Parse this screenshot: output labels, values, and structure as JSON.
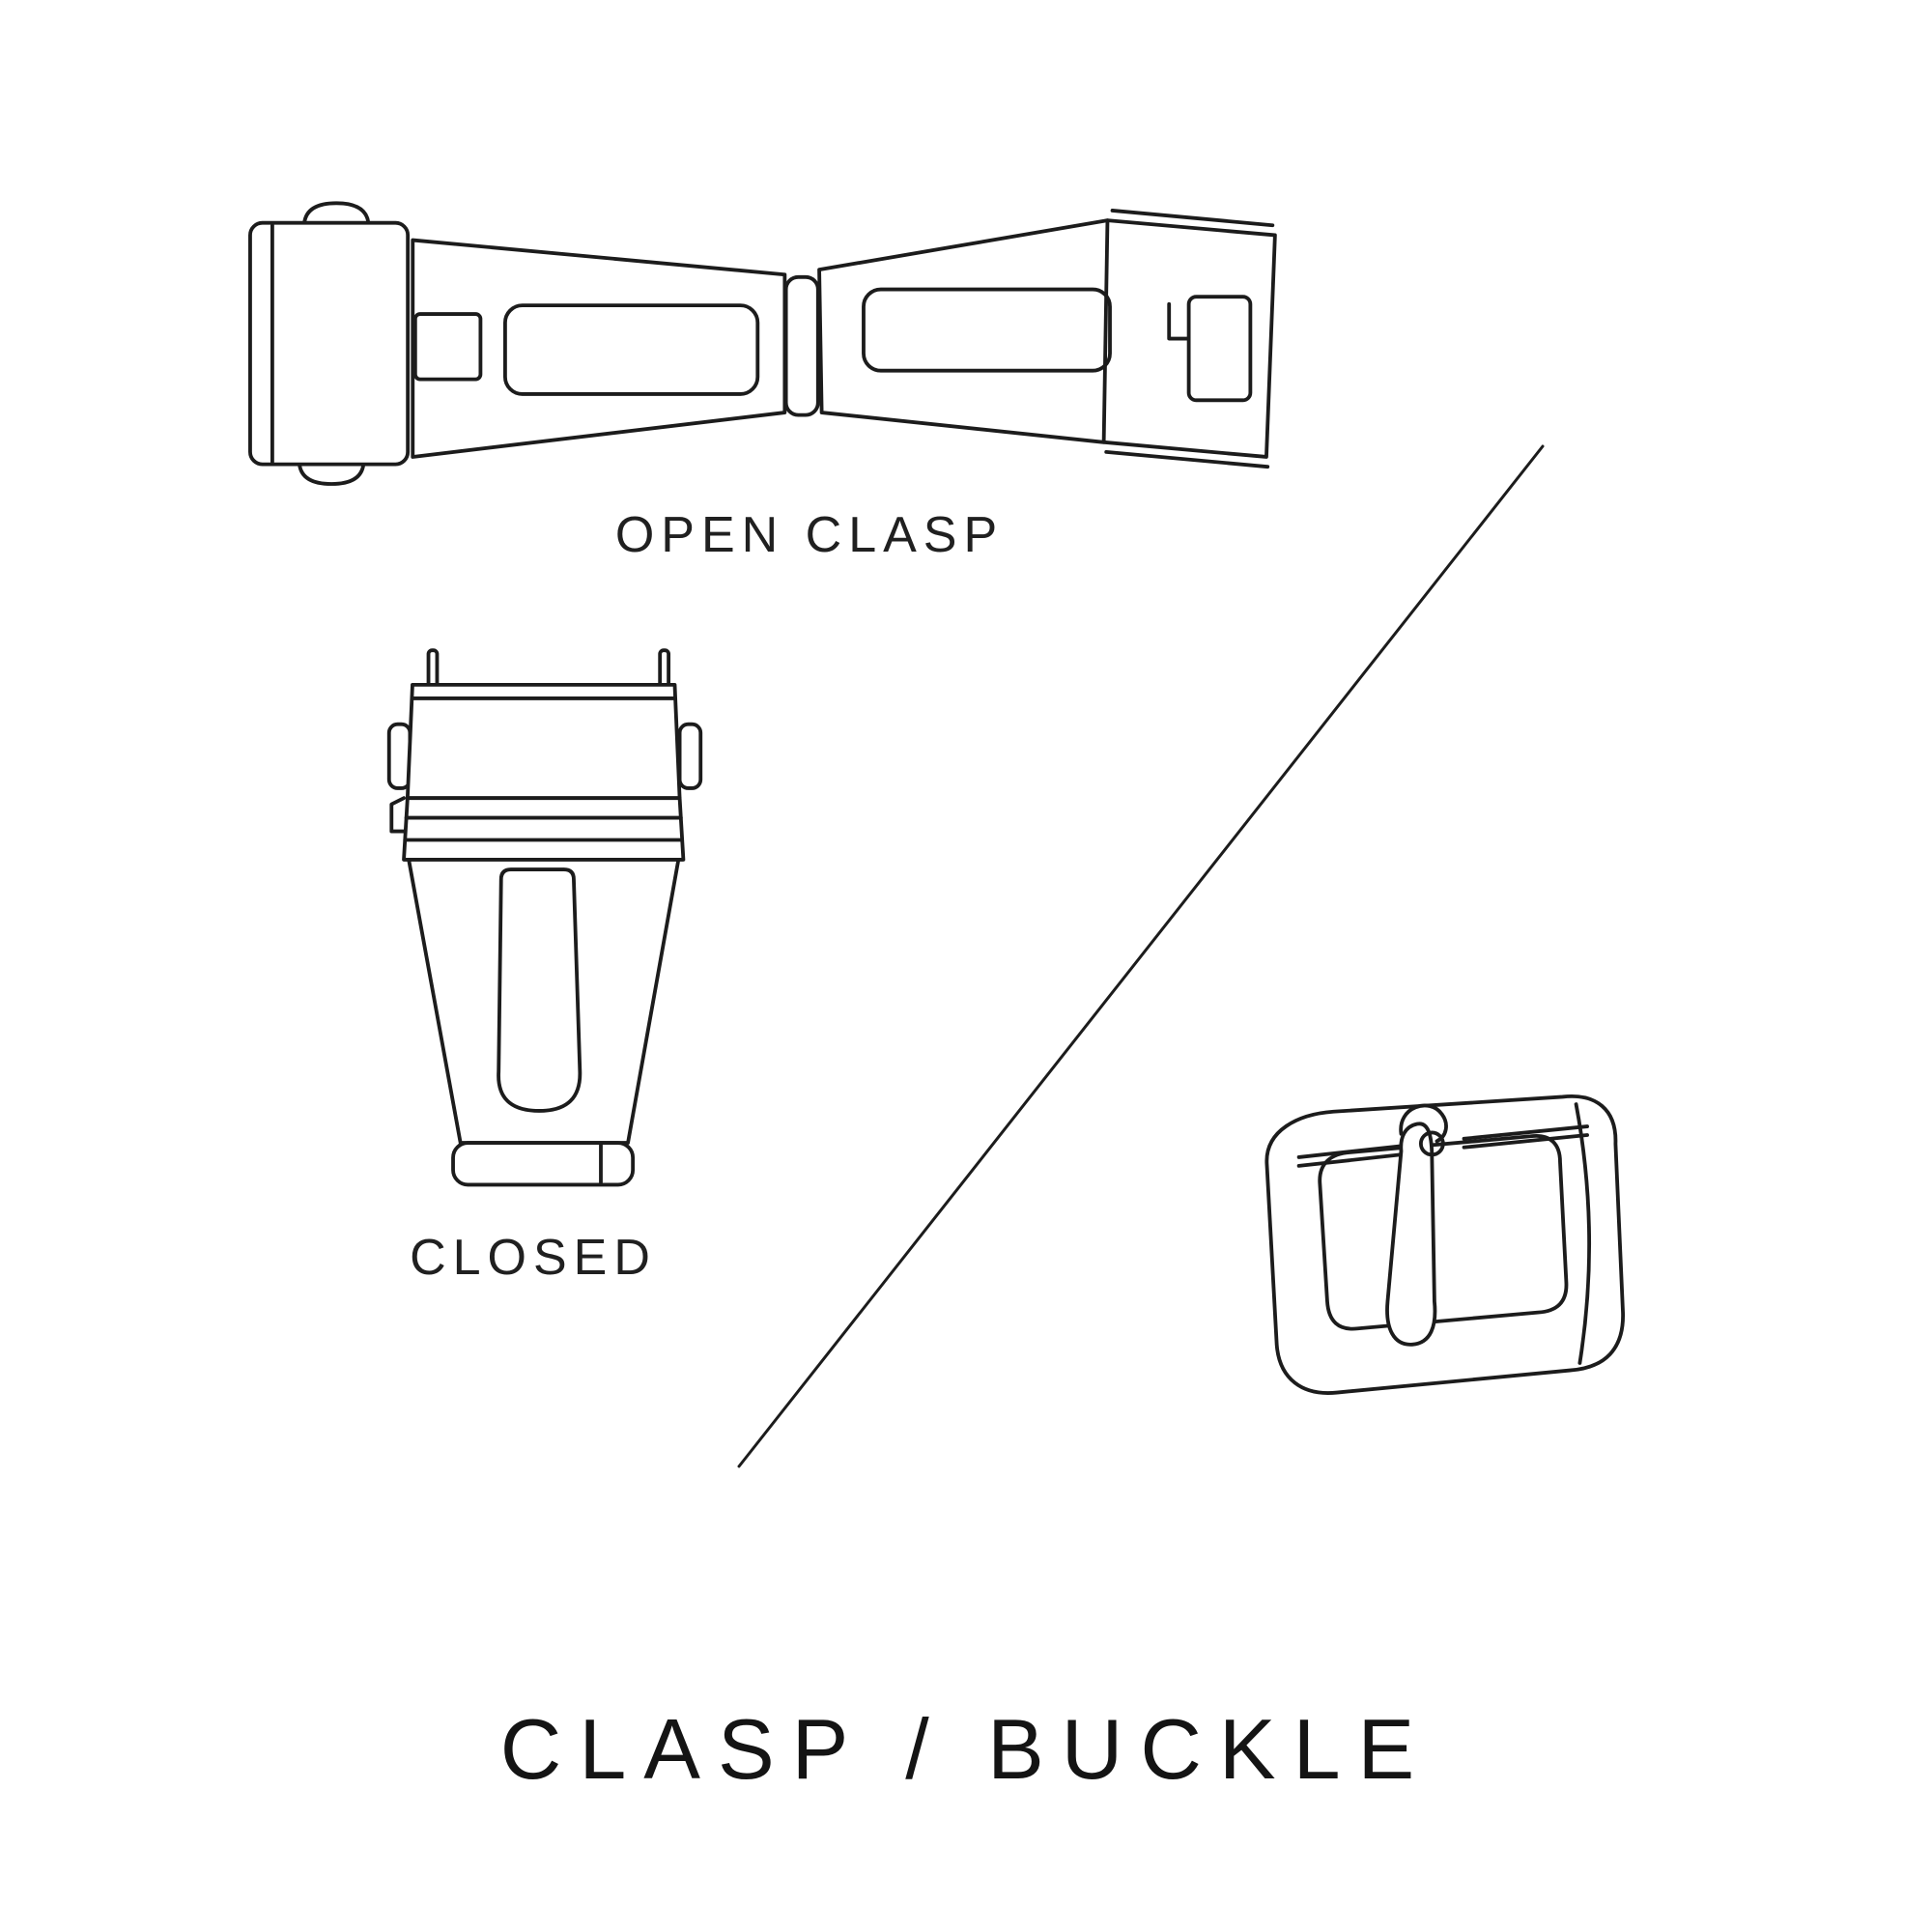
{
  "page": {
    "background": "#ffffff",
    "ink": "#1c1c1c"
  },
  "labels": {
    "open_clasp": "OPEN CLASP",
    "closed": "CLOSED"
  },
  "title": "CLASP / BUCKLE",
  "illustrations": {
    "open_clasp": "open-clasp-illustration",
    "closed_clasp": "closed-clasp-illustration",
    "buckle": "buckle-illustration",
    "divider": "divider-line"
  }
}
